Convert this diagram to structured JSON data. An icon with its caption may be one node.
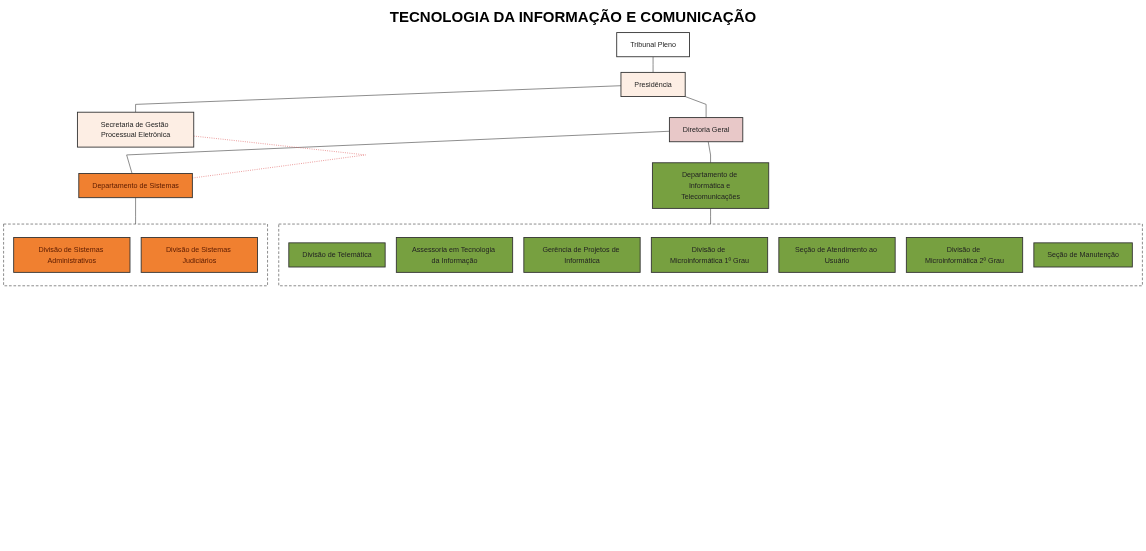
{
  "diagram": {
    "title": "TECNOLOGIA DA INFORMAÇÃO E COMUNICAÇÃO",
    "nodes": [
      {
        "text": [
          "Tribunal Pleno"
        ]
      },
      {
        "text": [
          "Presidência"
        ]
      },
      {
        "text": [
          "Secretaria de Gestão Processual Eletrônica"
        ]
      },
      {
        "text": [
          "Diretoria Geral"
        ]
      },
      {
        "text": [
          "Departamento de Informática e Telecomunicações"
        ]
      },
      {
        "text": [
          "Departamento de Sistemas"
        ]
      },
      {
        "text": [],
        "shape": "box"
      },
      {
        "text": [
          "Divisão de Telemática"
        ],
        "in": 6
      },
      {
        "text": [
          "Assessoria em Tecnologia da Informação"
        ],
        "in": 6
      },
      {
        "text": [
          "Gerência de Projetos de Informática"
        ],
        "in": 6
      },
      {
        "text": [
          "Divisão de Microinformática 1º Grau"
        ],
        "in": 6
      },
      {
        "text": [
          "Seção de Atendimento ao Usuário"
        ],
        "in": 6
      },
      {
        "text": [
          "Divisão de Microinformática 2º Grau"
        ],
        "in": 6
      },
      {
        "text": [
          "Seção de Manutenção"
        ],
        "in": 6
      },
      {
        "text": [],
        "shape": "box"
      },
      {
        "text": [
          "Divisão de Sistemas Administrativos"
        ],
        "in": 14
      },
      {
        "text": [
          "Divisão de Sistemas Judiciários"
        ],
        "in": 14
      }
    ],
    "edges": [
      {
        "from": 0,
        "to": 1,
        "arrow": "none"
      },
      {
        "from": 1,
        "to": 2,
        "arrow": "none"
      },
      {
        "from": 1,
        "to": 3,
        "arrow": "none"
      },
      {
        "from": 3,
        "to": 4,
        "arrow": "none"
      },
      {
        "from": 3,
        "to": 5,
        "arrow": "none"
      },
      {
        "from": 2,
        "to": 5,
        "arrow": "none",
        "style": "dashed",
        "color": "#e06060"
      },
      {
        "from": 4,
        "to": 6,
        "arrow": "none"
      },
      {
        "from": 5,
        "to": 14,
        "arrow": "none"
      }
    ]
  }
}
